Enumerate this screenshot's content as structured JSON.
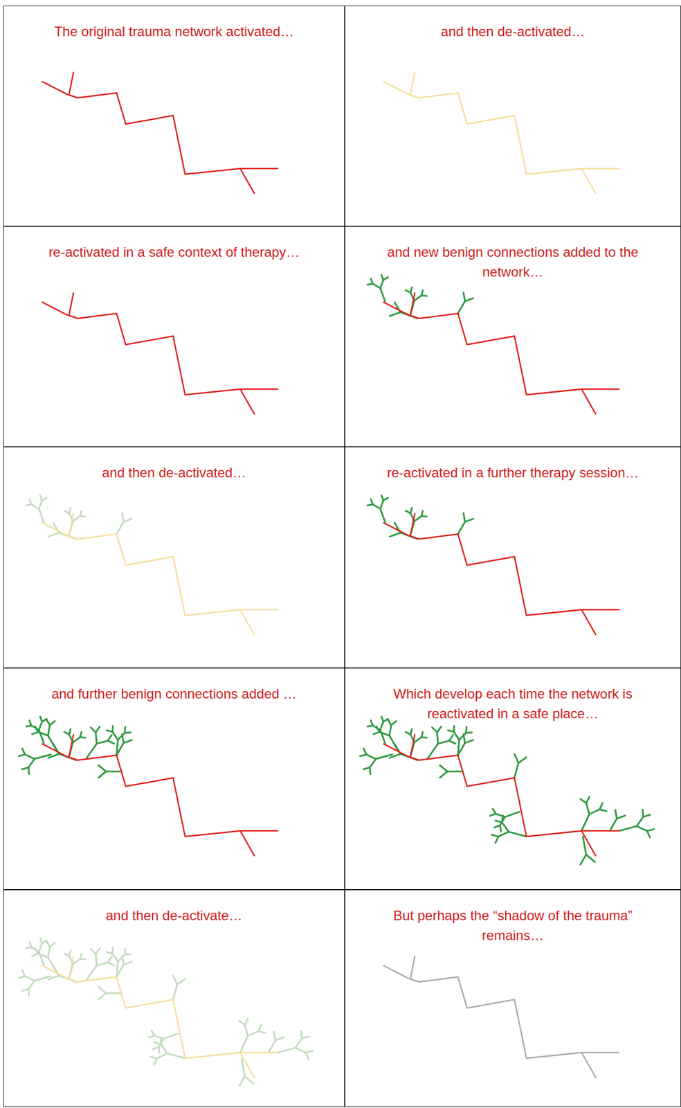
{
  "diagram": {
    "nodes": [
      {
        "text": [
          "The original trauma network activated…"
        ]
      },
      {
        "text": [
          "and then de-activated…"
        ]
      },
      {
        "text": [
          "re-activated in a safe context of therapy…"
        ]
      },
      {
        "text": [
          "and new benign connections added to the network…"
        ]
      },
      {
        "text": [
          "and then de-activated…"
        ]
      },
      {
        "text": [
          "re-activated in a further therapy session…"
        ]
      },
      {
        "text": [
          "and further benign connections added …"
        ]
      },
      {
        "text": [
          "Which develop each time the network is reactivated in a safe place…"
        ]
      },
      {
        "text": [
          "and then de-activate…"
        ]
      },
      {
        "text": [
          "But perhaps the “shadow of the trauma” remains…"
        ]
      }
    ]
  }
}
